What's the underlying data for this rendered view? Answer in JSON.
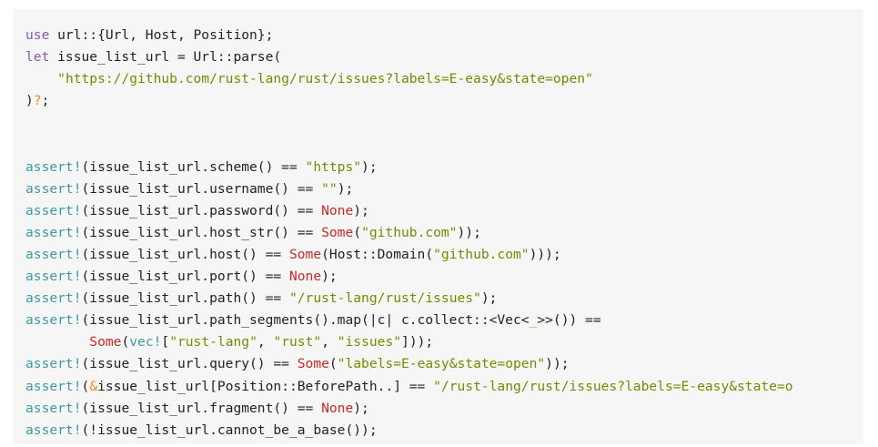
{
  "colors": {
    "background": "#f6f6f6",
    "text": "#222222",
    "keyword": "#8959a8",
    "string": "#718c00",
    "macro": "#3e999f",
    "variant": "#c82829",
    "operator": "#f5871f"
  },
  "code": {
    "lines": [
      [
        {
          "t": "kw",
          "v": "use"
        },
        {
          "t": "plain",
          "v": " url::{Url, Host, Position};"
        }
      ],
      [
        {
          "t": "kw",
          "v": "let"
        },
        {
          "t": "plain",
          "v": " issue_list_url = Url::parse("
        }
      ],
      [
        {
          "t": "plain",
          "v": "    "
        },
        {
          "t": "str",
          "v": "\"https://github.com/rust-lang/rust/issues?labels=E-easy&state=open\""
        }
      ],
      [
        {
          "t": "plain",
          "v": ")"
        },
        {
          "t": "op",
          "v": "?"
        },
        {
          "t": "plain",
          "v": ";"
        }
      ],
      [],
      [],
      [
        {
          "t": "mac",
          "v": "assert!"
        },
        {
          "t": "plain",
          "v": "(issue_list_url.scheme() == "
        },
        {
          "t": "str",
          "v": "\"https\""
        },
        {
          "t": "plain",
          "v": ");"
        }
      ],
      [
        {
          "t": "mac",
          "v": "assert!"
        },
        {
          "t": "plain",
          "v": "(issue_list_url.username() == "
        },
        {
          "t": "str",
          "v": "\"\""
        },
        {
          "t": "plain",
          "v": ");"
        }
      ],
      [
        {
          "t": "mac",
          "v": "assert!"
        },
        {
          "t": "plain",
          "v": "(issue_list_url.password() == "
        },
        {
          "t": "opt",
          "v": "None"
        },
        {
          "t": "plain",
          "v": ");"
        }
      ],
      [
        {
          "t": "mac",
          "v": "assert!"
        },
        {
          "t": "plain",
          "v": "(issue_list_url.host_str() == "
        },
        {
          "t": "opt",
          "v": "Some"
        },
        {
          "t": "plain",
          "v": "("
        },
        {
          "t": "str",
          "v": "\"github.com\""
        },
        {
          "t": "plain",
          "v": "));"
        }
      ],
      [
        {
          "t": "mac",
          "v": "assert!"
        },
        {
          "t": "plain",
          "v": "(issue_list_url.host() == "
        },
        {
          "t": "opt",
          "v": "Some"
        },
        {
          "t": "plain",
          "v": "(Host::Domain("
        },
        {
          "t": "str",
          "v": "\"github.com\""
        },
        {
          "t": "plain",
          "v": ")));"
        }
      ],
      [
        {
          "t": "mac",
          "v": "assert!"
        },
        {
          "t": "plain",
          "v": "(issue_list_url.port() == "
        },
        {
          "t": "opt",
          "v": "None"
        },
        {
          "t": "plain",
          "v": ");"
        }
      ],
      [
        {
          "t": "mac",
          "v": "assert!"
        },
        {
          "t": "plain",
          "v": "(issue_list_url.path() == "
        },
        {
          "t": "str",
          "v": "\"/rust-lang/rust/issues\""
        },
        {
          "t": "plain",
          "v": ");"
        }
      ],
      [
        {
          "t": "mac",
          "v": "assert!"
        },
        {
          "t": "plain",
          "v": "(issue_list_url.path_segments().map(|c| c.collect::<Vec<"
        },
        {
          "t": "op",
          "v": "_"
        },
        {
          "t": "plain",
          "v": ">>()) =="
        }
      ],
      [
        {
          "t": "plain",
          "v": "        "
        },
        {
          "t": "opt",
          "v": "Some"
        },
        {
          "t": "plain",
          "v": "("
        },
        {
          "t": "mac",
          "v": "vec!"
        },
        {
          "t": "plain",
          "v": "["
        },
        {
          "t": "str",
          "v": "\"rust-lang\""
        },
        {
          "t": "plain",
          "v": ", "
        },
        {
          "t": "str",
          "v": "\"rust\""
        },
        {
          "t": "plain",
          "v": ", "
        },
        {
          "t": "str",
          "v": "\"issues\""
        },
        {
          "t": "plain",
          "v": "]));"
        }
      ],
      [
        {
          "t": "mac",
          "v": "assert!"
        },
        {
          "t": "plain",
          "v": "(issue_list_url.query() == "
        },
        {
          "t": "opt",
          "v": "Some"
        },
        {
          "t": "plain",
          "v": "("
        },
        {
          "t": "str",
          "v": "\"labels=E-easy&state=open\""
        },
        {
          "t": "plain",
          "v": "));"
        }
      ],
      [
        {
          "t": "mac",
          "v": "assert!"
        },
        {
          "t": "plain",
          "v": "("
        },
        {
          "t": "op",
          "v": "&"
        },
        {
          "t": "plain",
          "v": "issue_list_url[Position::BeforePath..] == "
        },
        {
          "t": "str",
          "v": "\"/rust-lang/rust/issues?labels=E-easy&state=o"
        }
      ],
      [
        {
          "t": "mac",
          "v": "assert!"
        },
        {
          "t": "plain",
          "v": "(issue_list_url.fragment() == "
        },
        {
          "t": "opt",
          "v": "None"
        },
        {
          "t": "plain",
          "v": ");"
        }
      ],
      [
        {
          "t": "mac",
          "v": "assert!"
        },
        {
          "t": "plain",
          "v": "(!issue_list_url.cannot_be_a_base());"
        }
      ]
    ]
  }
}
